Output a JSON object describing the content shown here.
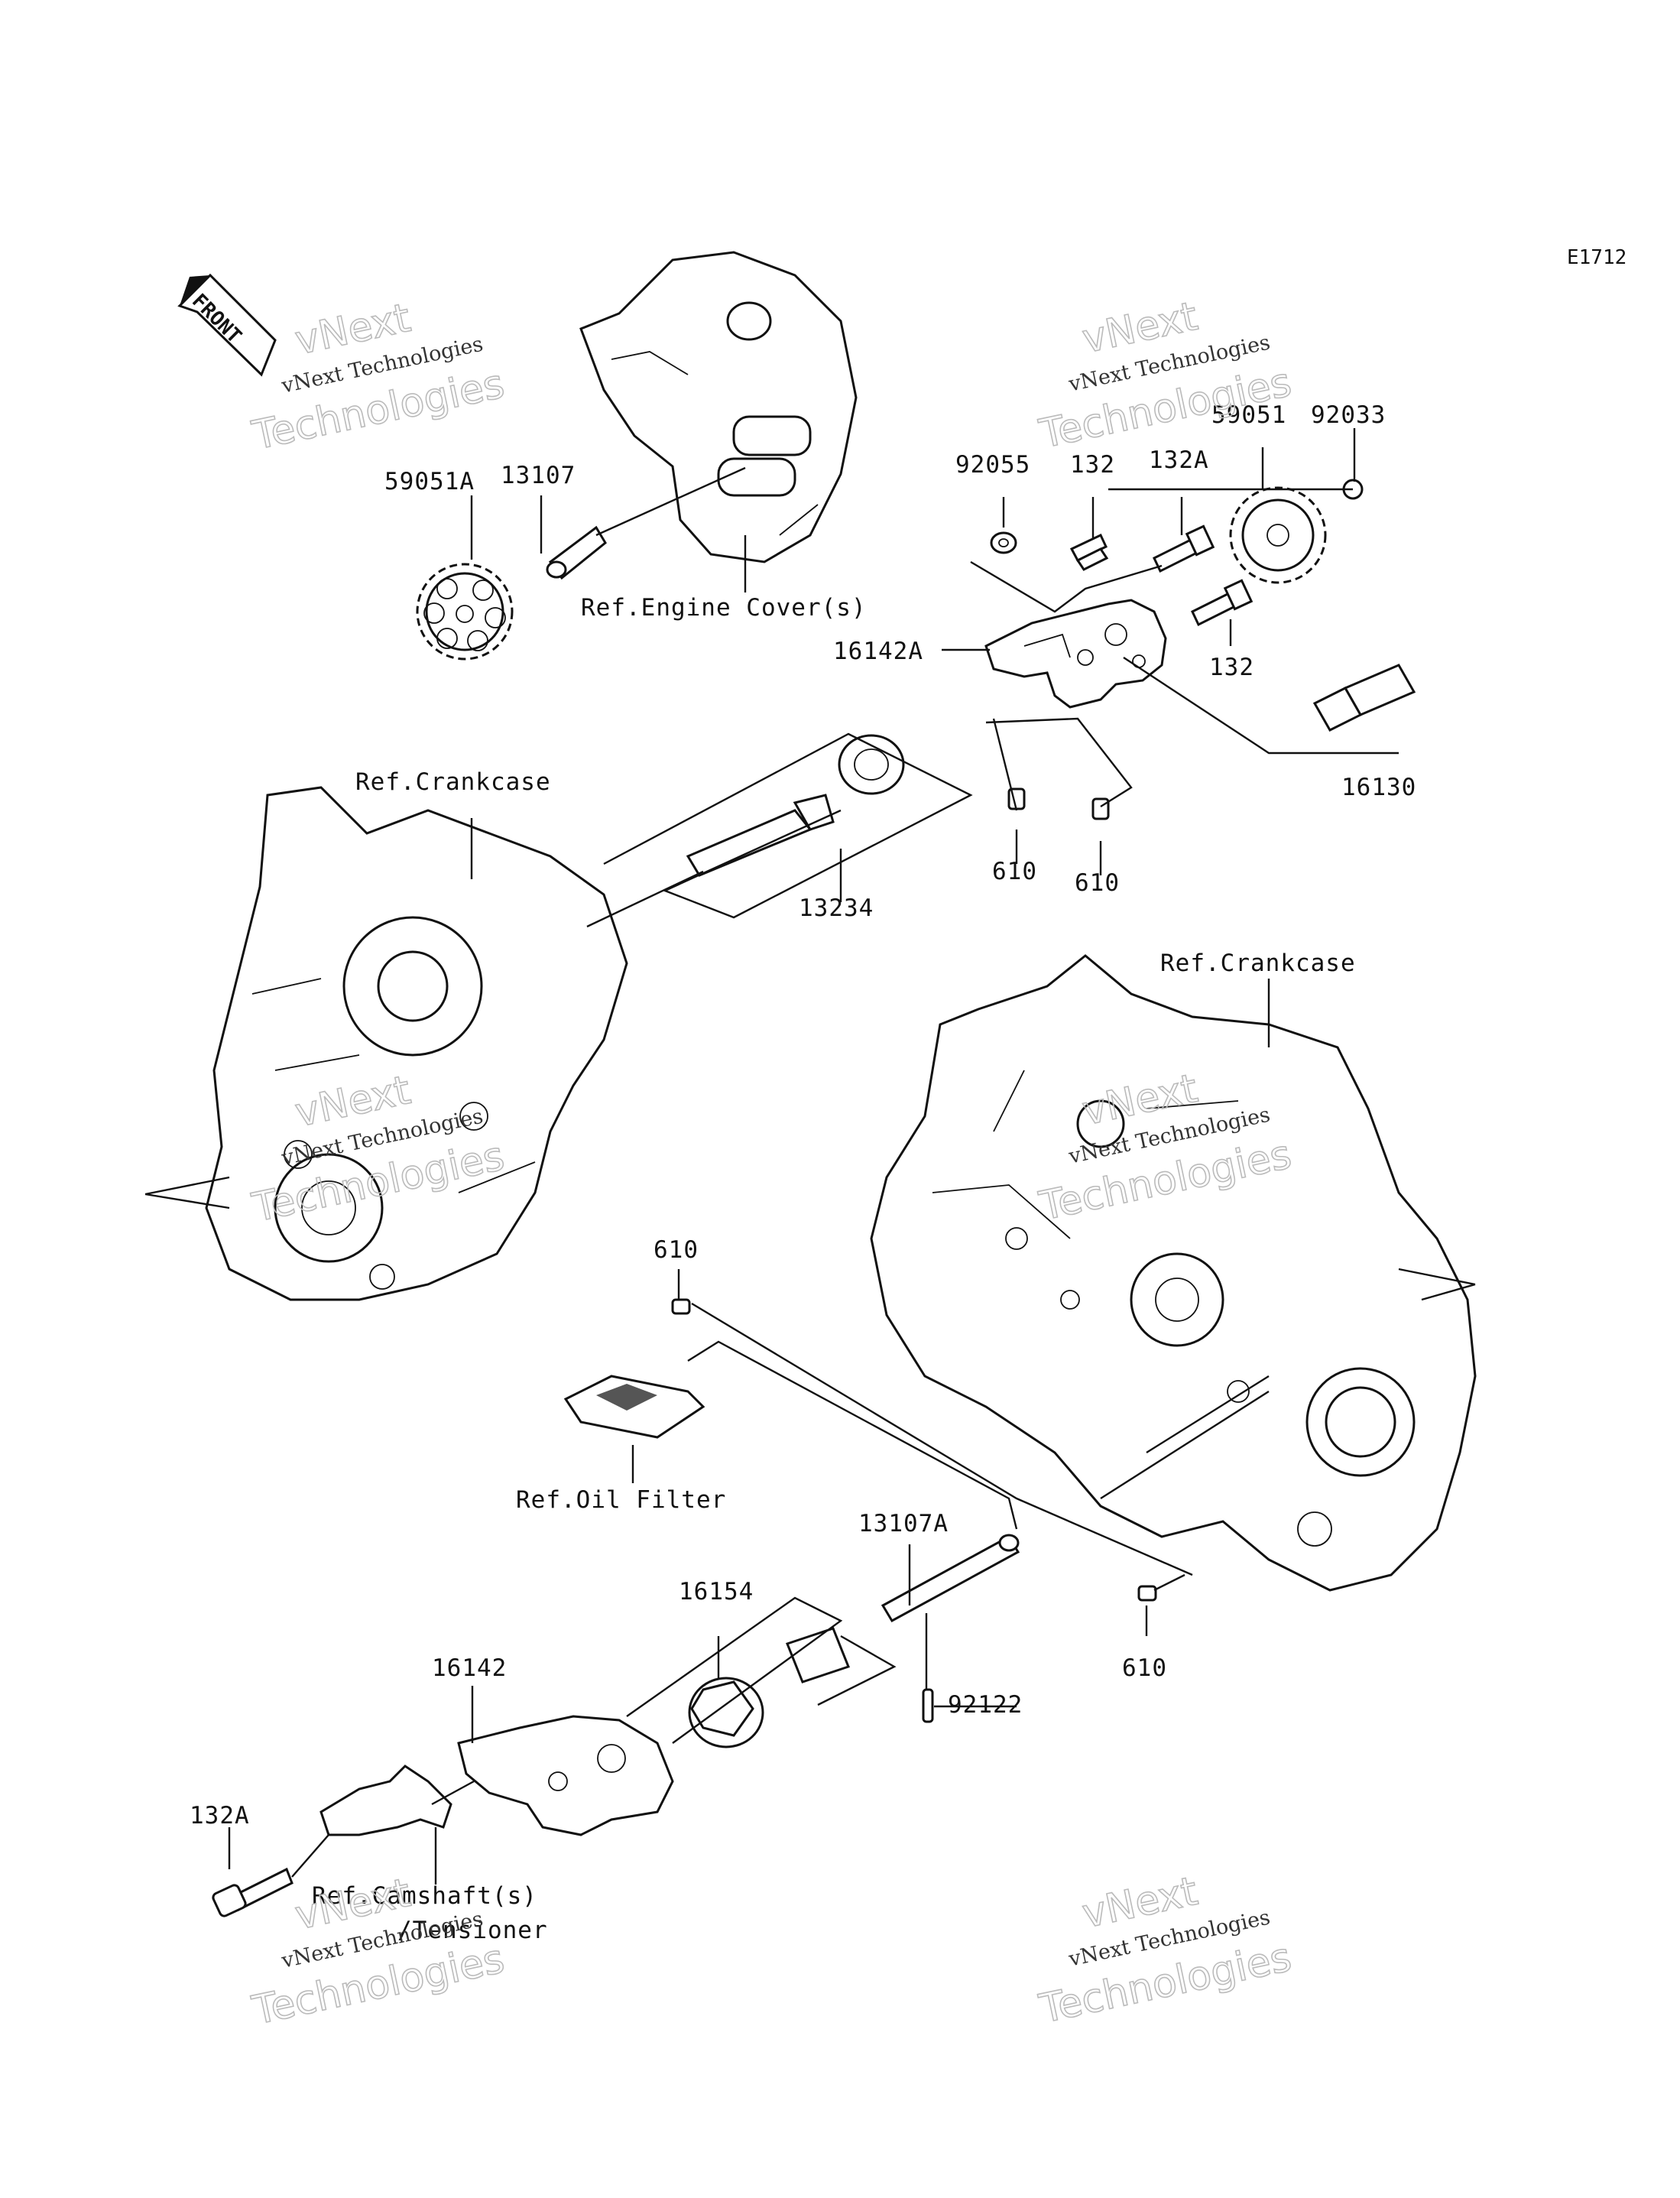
{
  "diagram_code": "E1712",
  "front_label": "FRONT",
  "watermark": {
    "line1": "vNext",
    "line2": "vNext Technologies",
    "line3": "Technologies"
  },
  "labels": {
    "p59051A": "59051A",
    "p13107": "13107",
    "ref_engine_cover": "Ref.Engine Cover(s)",
    "p92055": "92055",
    "p132_top": "132",
    "p132A_top": "132A",
    "p59051": "59051",
    "p92033": "92033",
    "p16142A": "16142A",
    "p132_mid": "132",
    "p16130": "16130",
    "ref_crankcase_left": "Ref.Crankcase",
    "p13234": "13234",
    "p610_a": "610",
    "p610_b": "610",
    "ref_crankcase_right": "Ref.Crankcase",
    "p610_c": "610",
    "ref_oil_filter": "Ref.Oil Filter",
    "p13107A": "13107A",
    "p16154": "16154",
    "p610_d": "610",
    "p16142": "16142",
    "p92122": "92122",
    "p132A_bottom": "132A",
    "ref_camshaft": "Ref.Camshaft(s)",
    "ref_tensioner": "/Tensioner"
  }
}
